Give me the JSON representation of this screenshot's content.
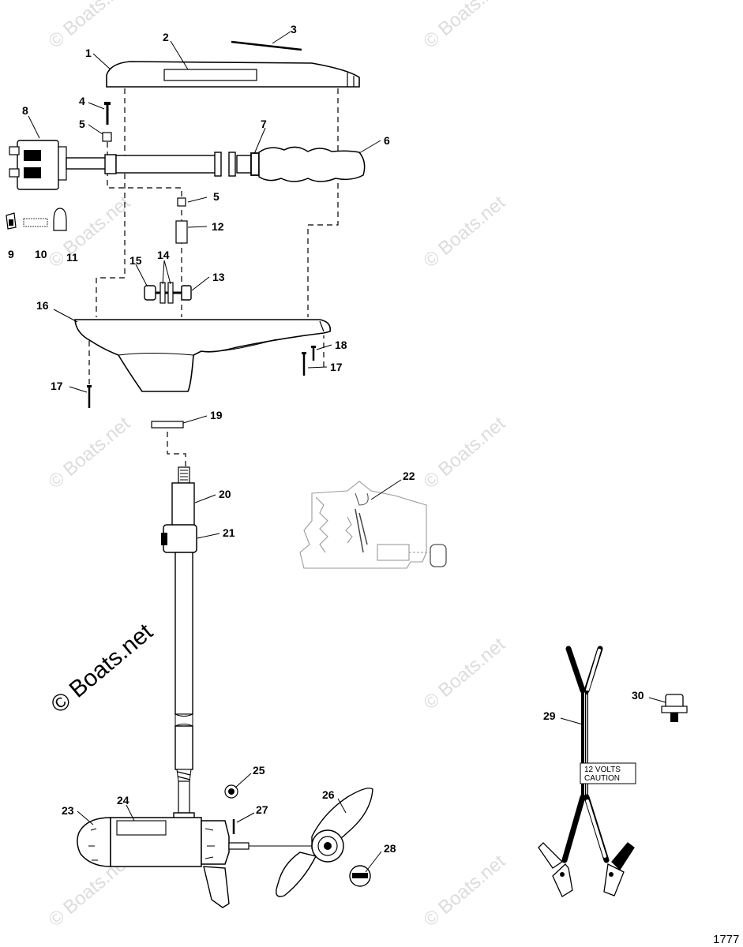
{
  "watermark": {
    "text": "© Boats.net",
    "color": "#dcdcdc"
  },
  "main_watermark": {
    "text": "© Boats.net"
  },
  "diagram_id": "1777",
  "caution_label": {
    "line1": "12 VOLTS",
    "line2": "CAUTION"
  },
  "callouts": [
    "1",
    "2",
    "3",
    "4",
    "5",
    "6",
    "7",
    "8",
    "5",
    "12",
    "9",
    "10",
    "11",
    "15",
    "14",
    "13",
    "16",
    "18",
    "17",
    "17",
    "19",
    "20",
    "21",
    "22",
    "23",
    "24",
    "25",
    "27",
    "26",
    "28",
    "29",
    "30"
  ]
}
